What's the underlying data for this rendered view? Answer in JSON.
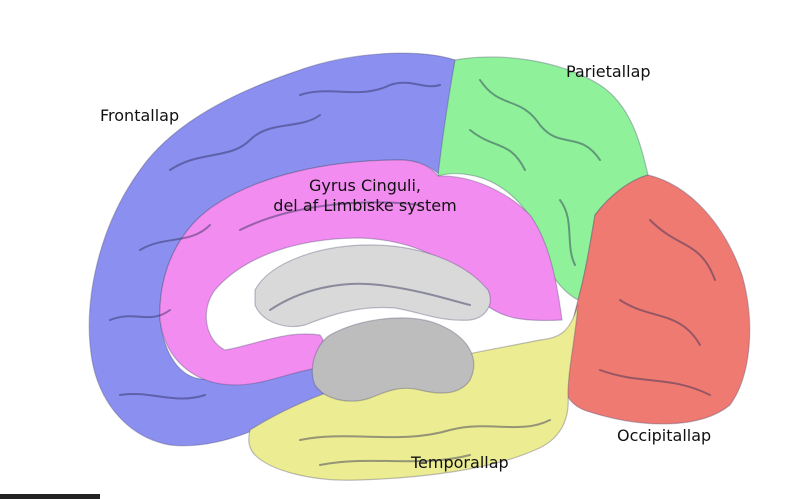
{
  "labels": {
    "frontal": "Frontallap",
    "parietal": "Parietallap",
    "cingulate_line1": "Gyrus Cinguli,",
    "cingulate_line2": "del af Limbiske system",
    "occipital": "Occipitallap",
    "temporal": "Temporallap"
  },
  "colors": {
    "frontal": "#8a8ff0",
    "parietal": "#8ff29a",
    "cingulate": "#f28cf0",
    "occipital": "#ef7a72",
    "temporal": "#ecec92",
    "core": "#d9d9d9",
    "outline": "#4a4a70"
  }
}
